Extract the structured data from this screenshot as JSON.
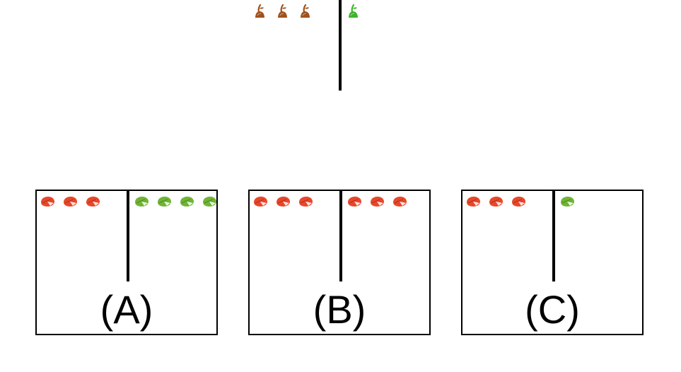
{
  "top": {
    "left_group": {
      "icon": "plant-sprout-icon",
      "count": 3,
      "color": "#a0521c"
    },
    "right_group": {
      "icon": "plant-sprout-icon",
      "count": 1,
      "color": "#3cb52c"
    }
  },
  "options": [
    {
      "label": "(A)",
      "left_group": {
        "icon": "leaf-icon",
        "count": 3,
        "color": "#e8472a"
      },
      "right_group": {
        "icon": "leaf-icon",
        "count": 4,
        "color": "#6fb434"
      }
    },
    {
      "label": "(B)",
      "left_group": {
        "icon": "leaf-icon",
        "count": 3,
        "color": "#e8472a"
      },
      "right_group": {
        "icon": "leaf-icon",
        "count": 3,
        "color": "#e8472a"
      }
    },
    {
      "label": "(C)",
      "left_group": {
        "icon": "leaf-icon",
        "count": 3,
        "color": "#e8472a"
      },
      "right_group": {
        "icon": "leaf-icon",
        "count": 1,
        "color": "#6fb434"
      }
    }
  ]
}
